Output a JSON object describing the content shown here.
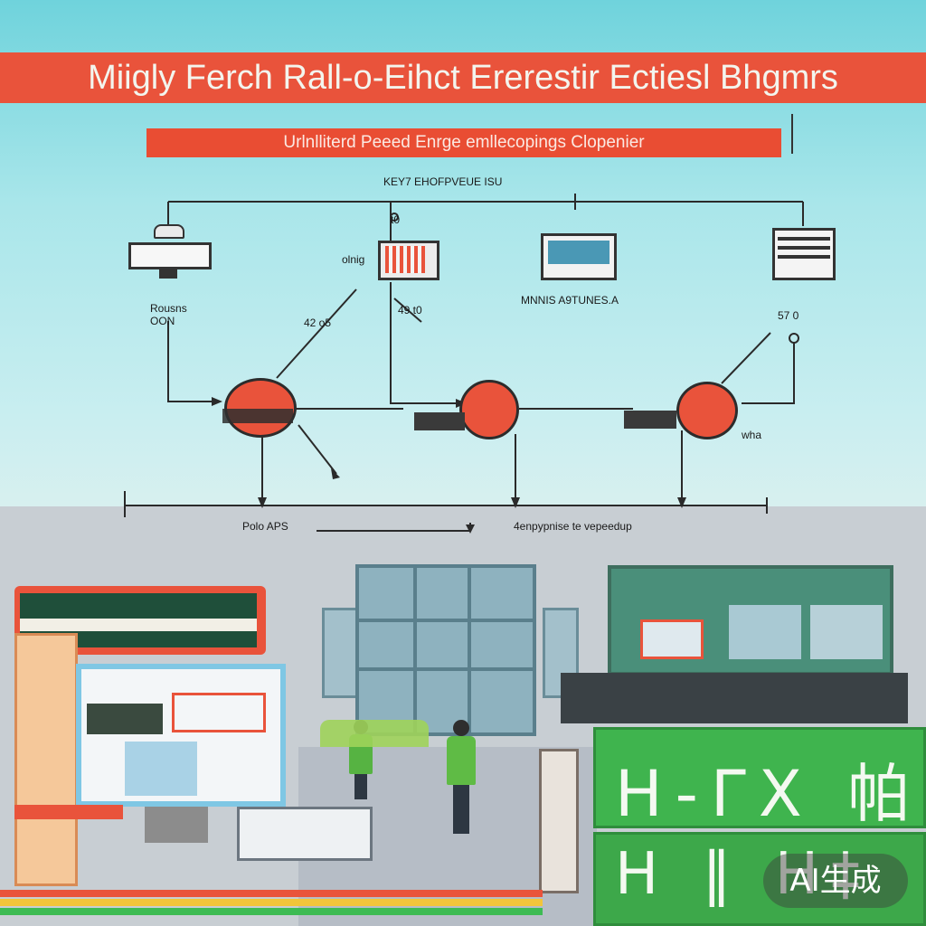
{
  "header": {
    "title": "Miigly Ferch Rall-o-Eihct Ererestir Ectiesl Bhgmrs",
    "subtitle": "Urlnlliterd Peeed Enrge emllecopings Clopenier"
  },
  "diagram": {
    "top_label": "KEY7 EHOFPVEUE ISU",
    "labels": [
      {
        "id": "lbl-a",
        "text": "Rousns OON"
      },
      {
        "id": "lbl-b",
        "text": "olnig"
      },
      {
        "id": "lbl-c",
        "text": "t0"
      },
      {
        "id": "lbl-d",
        "text": "42 o5"
      },
      {
        "id": "lbl-e",
        "text": "49 t0"
      },
      {
        "id": "lbl-f",
        "text": "MNNIS A9TUNES.A"
      },
      {
        "id": "lbl-g",
        "text": "57 0"
      },
      {
        "id": "lbl-h",
        "text": "wha"
      }
    ],
    "bottom_left_label": "Polo APS",
    "bottom_right_label": "4enpypnise te vepeedup"
  },
  "scene": {
    "badge": "AI生成",
    "panel_glyphs_top": "H-ΓX 帕",
    "panel_glyphs_bottom": "H ‖ H‡"
  },
  "colors": {
    "accent": "#e9533b",
    "sky": "#a9e6ea",
    "green": "#3fb44e"
  }
}
